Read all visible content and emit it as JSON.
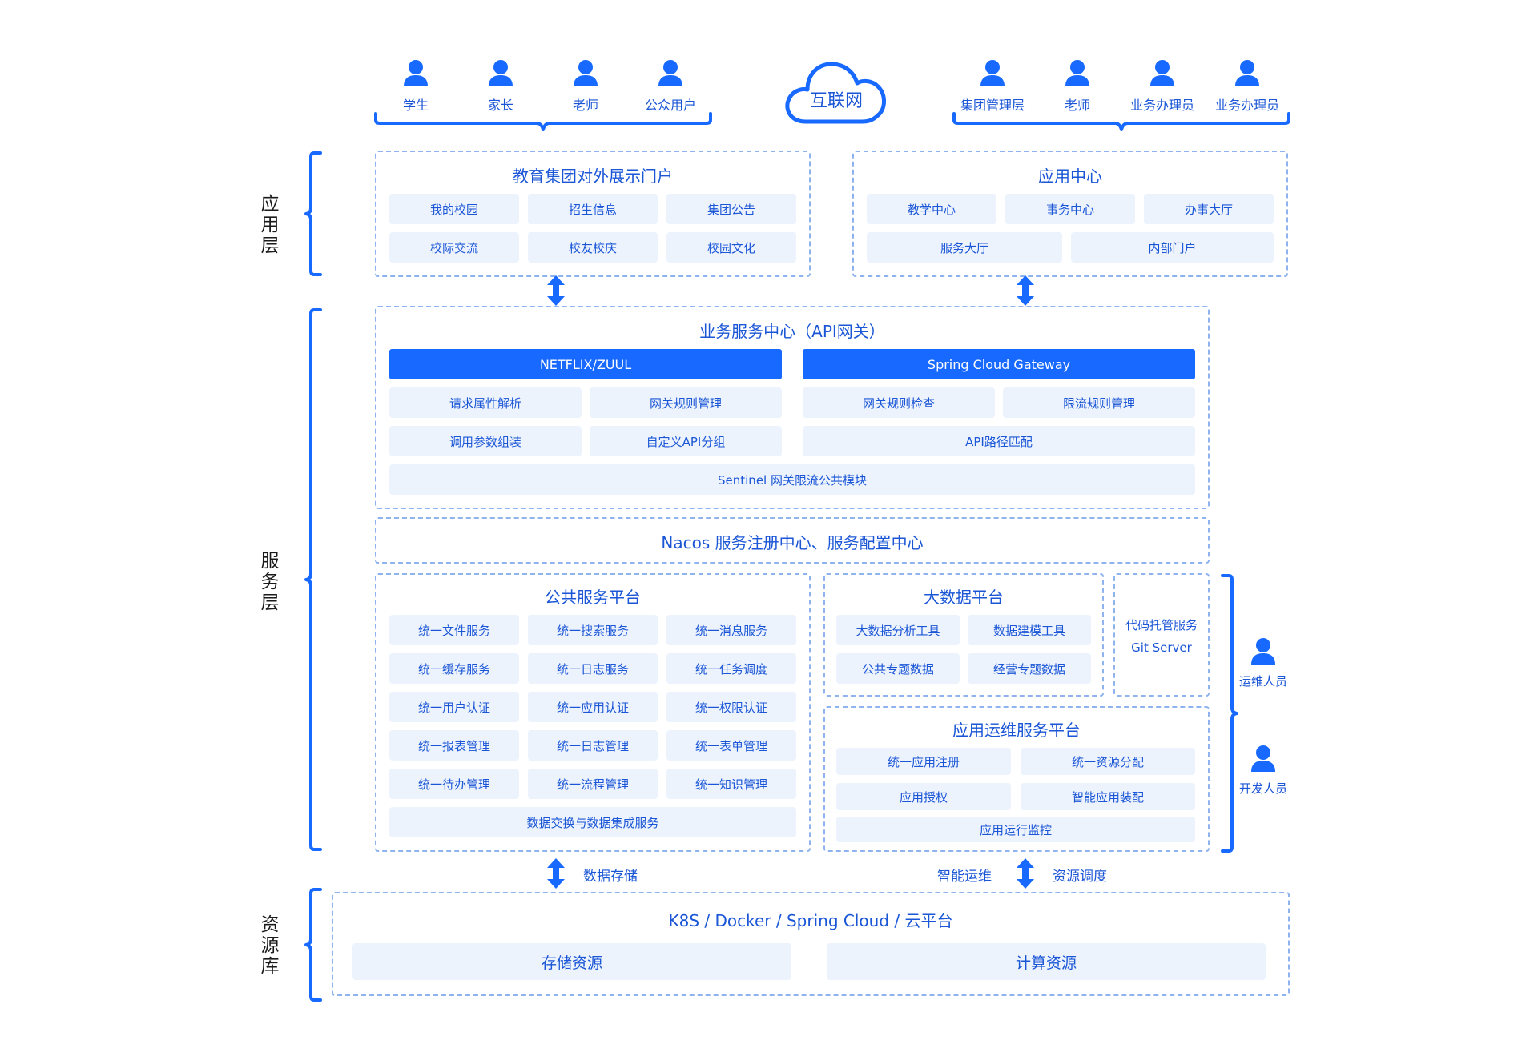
{
  "internet": {
    "label": "互联网"
  },
  "users_left": [
    "学生",
    "家长",
    "老师",
    "公众用户"
  ],
  "users_right": [
    "集团管理层",
    "老师",
    "业务办理员",
    "业务办理员"
  ],
  "layers": {
    "app": "应用层",
    "service": "服务层",
    "resource": "资源库"
  },
  "portal": {
    "title": "教育集团对外展示门户",
    "items": [
      "我的校园",
      "招生信息",
      "集团公告",
      "校际交流",
      "校友校庆",
      "校园文化"
    ]
  },
  "app_center": {
    "title": "应用中心",
    "row1": [
      "教学中心",
      "事务中心",
      "办事大厅"
    ],
    "row2": [
      "服务大厅",
      "内部门户"
    ]
  },
  "gateway": {
    "title": "业务服务中心（API网关）",
    "zuul": "NETFLIX/ZUUL",
    "scg": "Spring Cloud Gateway",
    "left": [
      "请求属性解析",
      "网关规则管理",
      "调用参数组装",
      "自定义API分组"
    ],
    "right": [
      "网关规则检查",
      "限流规则管理"
    ],
    "api_path": "API路径匹配",
    "sentinel": "Sentinel 网关限流公共模块"
  },
  "nacos": {
    "title": "Nacos 服务注册中心、服务配置中心"
  },
  "public_platform": {
    "title": "公共服务平台",
    "items": [
      "统一文件服务",
      "统一搜索服务",
      "统一消息服务",
      "统一缓存服务",
      "统一日志服务",
      "统一任务调度",
      "统一用户认证",
      "统一应用认证",
      "统一权限认证",
      "统一报表管理",
      "统一日志管理",
      "统一表单管理",
      "统一待办管理",
      "统一流程管理",
      "统一知识管理"
    ],
    "bottom": "数据交换与数据集成服务"
  },
  "bigdata": {
    "title": "大数据平台",
    "items": [
      "大数据分析工具",
      "数据建模工具",
      "公共专题数据",
      "经营专题数据"
    ]
  },
  "code_hosting": {
    "line1": "代码托管服务",
    "line2": "Git Server"
  },
  "ops_platform": {
    "title": "应用运维服务平台",
    "items": [
      "统一应用注册",
      "统一资源分配",
      "应用授权",
      "智能应用装配"
    ],
    "bottom": "应用运行监控"
  },
  "roles": {
    "ops": "运维人员",
    "dev": "开发人员"
  },
  "connectors": {
    "data_storage": "数据存储",
    "smart_ops": "智能运维",
    "resource_sched": "资源调度"
  },
  "resource": {
    "title": "K8S  /  Docker  /  Spring Cloud  /  云平台",
    "storage": "存储资源",
    "compute": "计算资源"
  },
  "colors": {
    "primary": "#1769ff",
    "text": "#1a56d6",
    "cell": "#edf3fd",
    "dash": "#8fb3ee"
  }
}
